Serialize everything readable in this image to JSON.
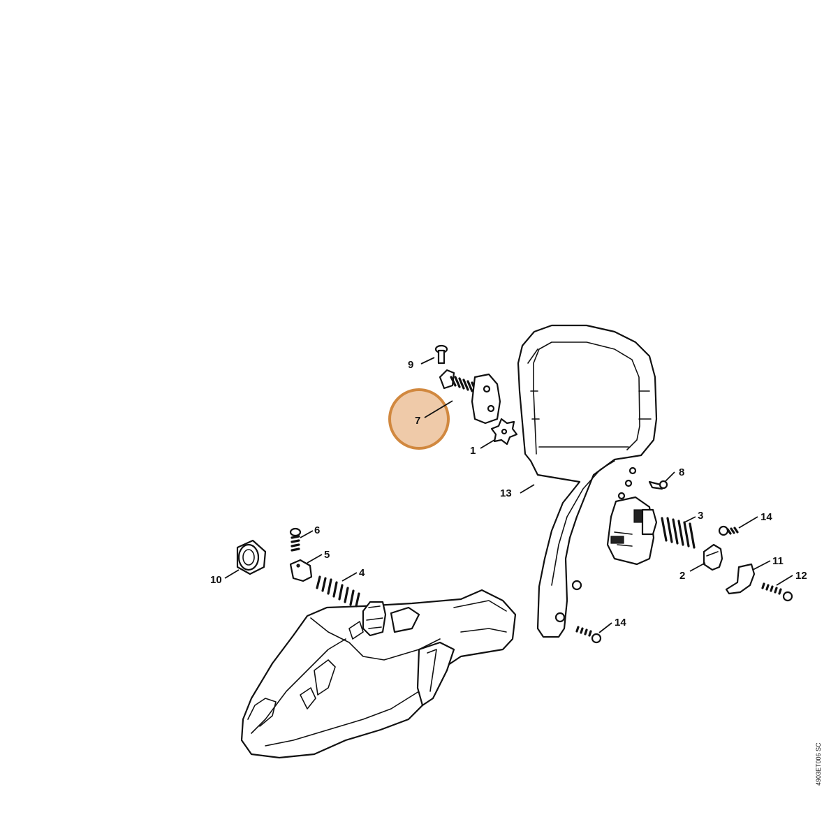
{
  "diagram": {
    "reference_code": "4903ET006 SC",
    "highlight_color": "#efcaa9",
    "highlight_stroke": "#d1883f",
    "callouts": {
      "c1": "1",
      "c2": "2",
      "c3": "3",
      "c4": "4",
      "c5": "5",
      "c6": "6",
      "c7": "7",
      "c8": "8",
      "c9": "9",
      "c10": "10",
      "c11": "11",
      "c12": "12",
      "c13": "13",
      "c14a": "14",
      "c14b": "14"
    }
  }
}
